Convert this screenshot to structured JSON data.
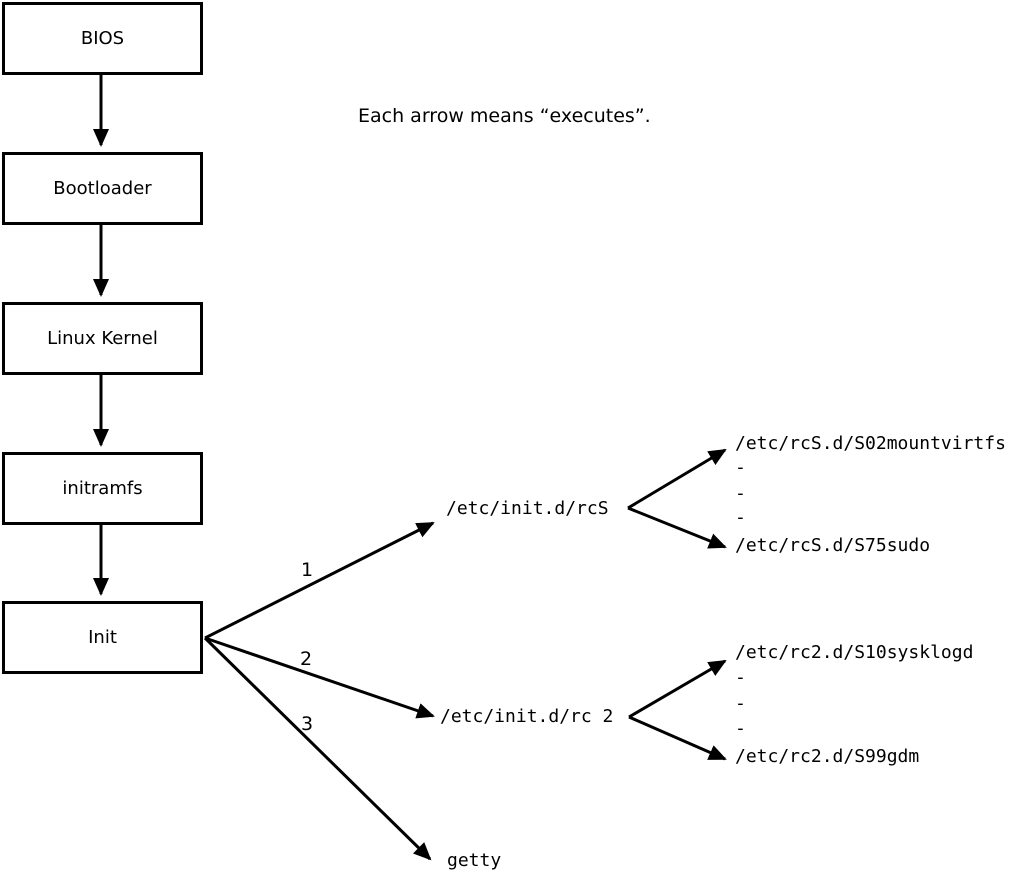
{
  "legend": {
    "text": "Each arrow means “executes”."
  },
  "boot_chain": {
    "boxes": [
      {
        "label": "BIOS"
      },
      {
        "label": "Bootloader"
      },
      {
        "label": "Linux Kernel"
      },
      {
        "label": "initramfs"
      },
      {
        "label": "Init"
      }
    ]
  },
  "init_branches": [
    {
      "number": "1",
      "target": "/etc/init.d/rcS",
      "children": [
        "/etc/rcS.d/S02mountvirtfs",
        "-",
        "-",
        "-",
        "/etc/rcS.d/S75sudo"
      ]
    },
    {
      "number": "2",
      "target": "/etc/init.d/rc 2",
      "children": [
        "/etc/rc2.d/S10sysklogd",
        "-",
        "-",
        "-",
        "/etc/rc2.d/S99gdm"
      ]
    },
    {
      "number": "3",
      "target": "getty",
      "children": []
    }
  ],
  "colors": {
    "line": "#000000",
    "text": "#000000",
    "box_border": "#000000",
    "box_fill": "#ffffff",
    "background": "#ffffff"
  }
}
